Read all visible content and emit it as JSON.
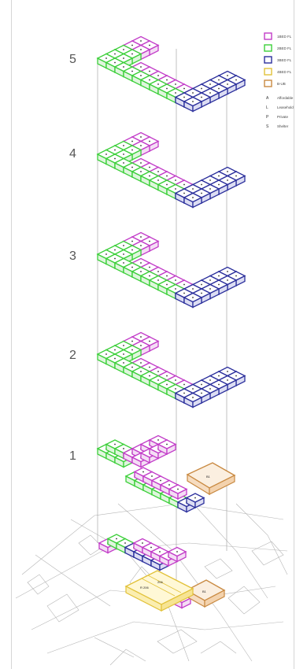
{
  "levels": [
    "5",
    "4",
    "3",
    "2",
    "1"
  ],
  "legend": {
    "colors": [
      {
        "label": "1BED FL",
        "color": "#c23cc8"
      },
      {
        "label": "2BED FL",
        "color": "#3ccf3a"
      },
      {
        "label": "3BED FL",
        "color": "#2b2f9c"
      },
      {
        "label": "4BED FL",
        "color": "#e2c23a"
      },
      {
        "label": "B-UB",
        "color": "#c98a42"
      }
    ],
    "symbols": [
      {
        "symbol": "A",
        "label": "Affordable"
      },
      {
        "symbol": "L",
        "label": "Leasehold"
      },
      {
        "symbol": "P",
        "label": "Private"
      },
      {
        "symbol": "S",
        "label": "Shelter"
      }
    ]
  },
  "boxes": {
    "upper": "B1",
    "lower": "B1"
  },
  "ground_labels": [
    "R 206",
    "206"
  ],
  "colors": {
    "green": "#3ccf3a",
    "purple": "#c23cc8",
    "blue": "#2b2f9c",
    "yellow": "#e2c23a",
    "orange": "#c98a42",
    "guide": "#9a9a9a",
    "map": "#b5b5b5"
  }
}
